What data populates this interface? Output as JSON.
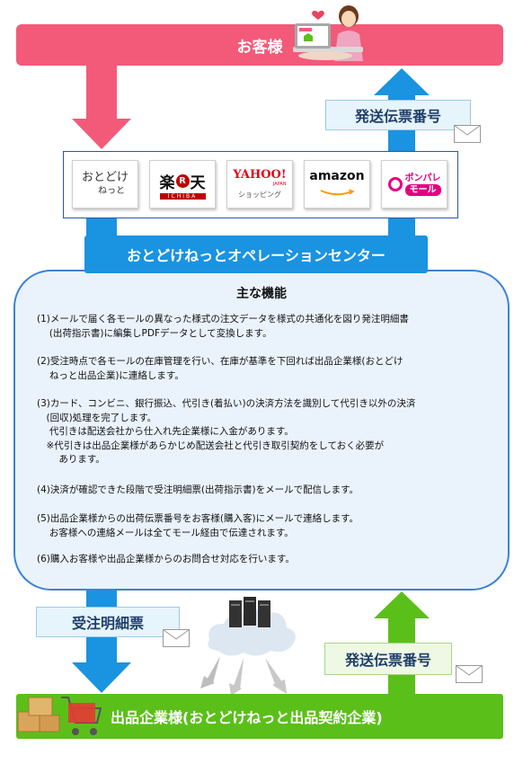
{
  "customer": {
    "label": "お客様"
  },
  "tags": {
    "top_right": "発送伝票番号",
    "bottom_left": "受注明細票",
    "bottom_right": "発送伝票番号"
  },
  "malls": [
    {
      "name": "おとどけねっと",
      "line1": "おとどけ",
      "line2": "ねっと"
    },
    {
      "name": "楽天",
      "line1": "楽",
      "mark": "R",
      "line1b": "天",
      "sub": "ICHIBA"
    },
    {
      "name": "YAHOO!",
      "line1": "YAHOO!",
      "sub": "JAPAN",
      "line2": "ショッピング"
    },
    {
      "name": "amazon",
      "line1": "amazon"
    },
    {
      "name": "ポンパレモール",
      "line1": "ポンパレ",
      "line2": "モール"
    }
  ],
  "operation_center": {
    "label": "おとどけねっとオペレーションセンター"
  },
  "features": {
    "title": "主な機能",
    "items": [
      {
        "lines": [
          "(1)メールで届く各モールの異なった様式の注文データを様式の共通化を図り発注明細書",
          "　 (出荷指示書)に編集しPDFデータとして変換します。"
        ]
      },
      {
        "lines": [
          "(2)受注時点で各モールの在庫管理を行い、在庫が基準を下回れば出品企業様(おとどけ",
          "　 ねっと出品企業)に連絡します。"
        ]
      },
      {
        "lines": [
          "(3)カード、コンビニ、銀行振込、代引き(着払い)の決済方法を識別して代引き以外の決済",
          "　(回収)処理を完了します。",
          "　 代引きは配送会社から仕入れ先企業様に入金があります。",
          "　※代引きは出品企業様があらかじめ配送会社と代引き取引契約をしておく必要が",
          "　　 あります。"
        ]
      },
      {
        "lines": [
          "(4)決済が確認できた段階で受注明細票(出荷指示書)をメールで配信します。"
        ]
      },
      {
        "lines": [
          "(5)出品企業様からの出荷伝票番号をお客様(購入客)にメールで連絡します。",
          "　 お客様への連絡メールは全てモール経由で伝達されます。"
        ]
      },
      {
        "lines": [
          "(6)購入お客様や出品企業様からのお問合せ対応を行います。"
        ]
      }
    ]
  },
  "company": {
    "label": "出品企業様(おとどけねっと出品契約企業)"
  },
  "colors": {
    "customer_bar": "#f35a79",
    "center_bar": "#1a93e0",
    "company_bar": "#5bbf1a",
    "pink_arrow": "#f35a79",
    "blue_arrow": "#1a93e0",
    "green_arrow": "#5bbf1a"
  }
}
